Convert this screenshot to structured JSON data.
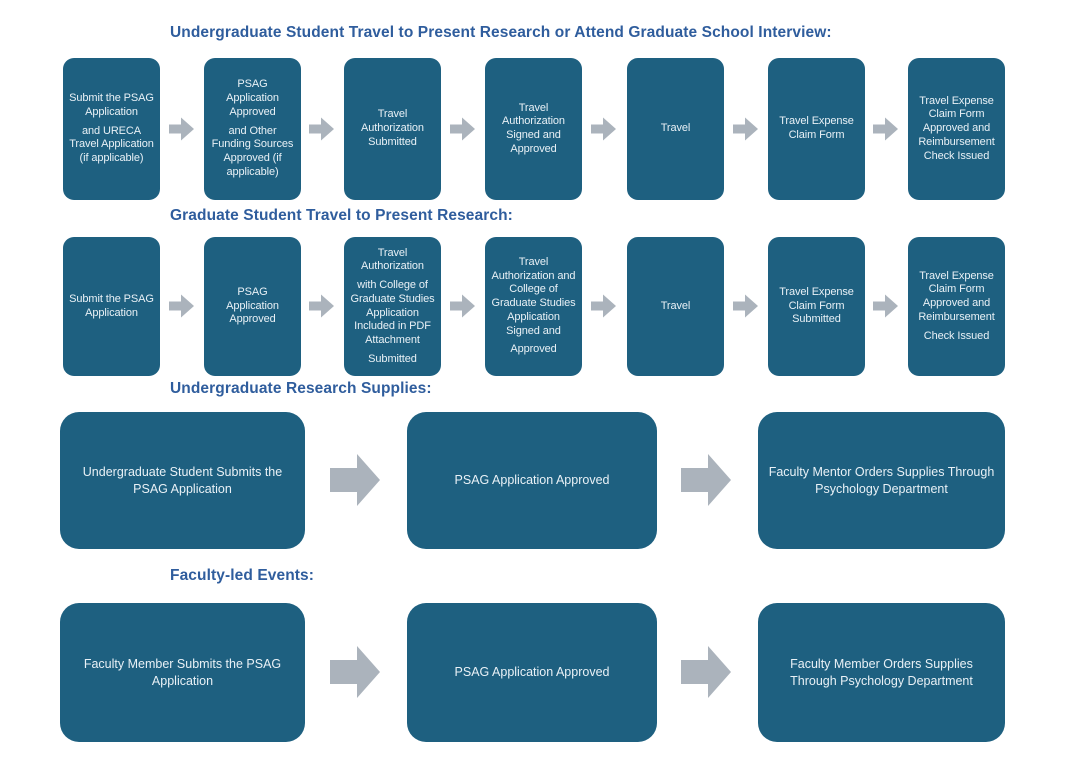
{
  "colors": {
    "box_fill": "#1E6080",
    "box_text": "#E9F1F6",
    "heading_text": "#2F5D9D",
    "arrow_fill": "#ABB3BC",
    "background": "#FFFFFF"
  },
  "sections": [
    {
      "heading": "Undergraduate Student Travel to Present Research or Attend Graduate School Interview:",
      "boxes": [
        {
          "paragraphs": [
            "Submit the PSAG Application",
            "and URECA Travel Application (if applicable)"
          ]
        },
        {
          "paragraphs": [
            "PSAG Application Approved",
            "and Other Funding Sources Approved (if applicable)"
          ]
        },
        {
          "paragraphs": [
            "Travel Authorization Submitted"
          ]
        },
        {
          "paragraphs": [
            "Travel Authorization Signed and Approved"
          ]
        },
        {
          "paragraphs": [
            "Travel"
          ]
        },
        {
          "paragraphs": [
            "Travel Expense Claim Form"
          ]
        },
        {
          "paragraphs": [
            "Travel Expense Claim Form Approved and Reimbursement Check Issued"
          ]
        }
      ]
    },
    {
      "heading": "Graduate Student Travel to Present Research:",
      "boxes": [
        {
          "paragraphs": [
            "Submit the PSAG Application"
          ]
        },
        {
          "paragraphs": [
            "PSAG Application Approved"
          ]
        },
        {
          "paragraphs": [
            "Travel Authorization",
            "with College of Graduate Studies Application Included in PDF Attachment",
            "Submitted"
          ]
        },
        {
          "paragraphs": [
            "Travel Authorization and College of Graduate Studies Application Signed and",
            "Approved"
          ]
        },
        {
          "paragraphs": [
            "Travel"
          ]
        },
        {
          "paragraphs": [
            "Travel Expense Claim Form Submitted"
          ]
        },
        {
          "paragraphs": [
            "Travel Expense Claim Form Approved and Reimbursement",
            "Check Issued"
          ]
        }
      ]
    },
    {
      "heading": "Undergraduate Research Supplies:",
      "boxes": [
        {
          "paragraphs": [
            "Undergraduate Student Submits the PSAG Application"
          ]
        },
        {
          "paragraphs": [
            "PSAG Application Approved"
          ]
        },
        {
          "paragraphs": [
            "Faculty Mentor Orders Supplies Through Psychology Department"
          ]
        }
      ]
    },
    {
      "heading": "Faculty-led Events:",
      "boxes": [
        {
          "paragraphs": [
            "Faculty Member Submits the PSAG Application"
          ]
        },
        {
          "paragraphs": [
            "PSAG Application Approved"
          ]
        },
        {
          "paragraphs": [
            "Faculty Member Orders Supplies Through Psychology Department"
          ]
        }
      ]
    }
  ]
}
